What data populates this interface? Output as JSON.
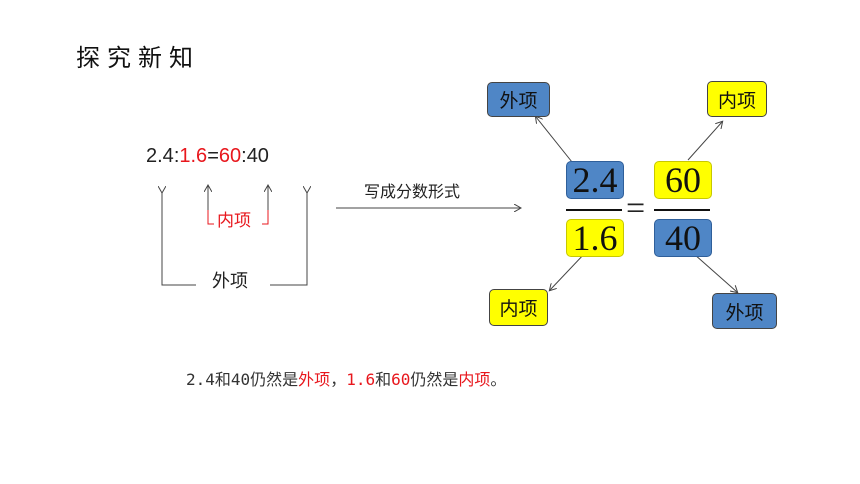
{
  "title": "探究新知",
  "ratio": {
    "a": "2.4",
    "sep1": ":",
    "b": "1.6",
    "eq": "=",
    "c": "60",
    "sep2": ":",
    "d": "40"
  },
  "inner_label": "内项",
  "outer_label": "外项",
  "arrow_text": "写成分数形式",
  "fraction": {
    "left_num": "2.4",
    "left_den": "1.6",
    "eq": "=",
    "right_num": "60",
    "right_den": "40"
  },
  "callouts": {
    "top_left": "外项",
    "top_right": "内项",
    "bottom_left": "内项",
    "bottom_right": "外项"
  },
  "conclusion": {
    "p1": "2.4和40仍然是",
    "p2": "外项",
    "p3": "，",
    "p4": "1.6",
    "p5": "和",
    "p6": "60",
    "p7": "仍然是",
    "p8": "内项",
    "p9": "。"
  },
  "colors": {
    "outer": "#4f86c6",
    "inner": "#ffff00",
    "accent_red": "#e8171d"
  }
}
